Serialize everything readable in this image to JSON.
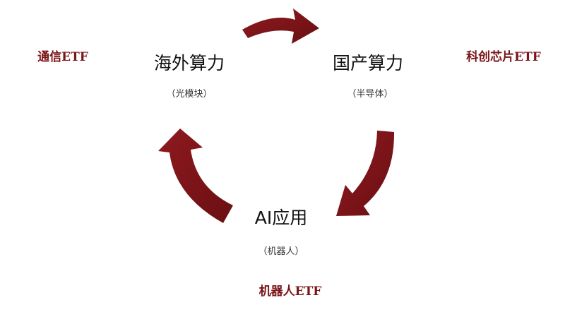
{
  "colors": {
    "accent": "#7a1418",
    "text": "#111111"
  },
  "nodes": [
    {
      "id": "overseas",
      "title": "海外算力",
      "subtitle": "（光模块）",
      "etf": "通信ETF"
    },
    {
      "id": "domestic",
      "title": "国产算力",
      "subtitle": "（半导体）",
      "etf": "科创芯片ETF"
    },
    {
      "id": "ai",
      "title": "AI应用",
      "subtitle": "（机器人）",
      "etf": "机器人ETF"
    }
  ],
  "arrows": [
    {
      "from": "overseas",
      "to": "domestic"
    },
    {
      "from": "domestic",
      "to": "ai"
    },
    {
      "from": "ai",
      "to": "overseas"
    }
  ]
}
